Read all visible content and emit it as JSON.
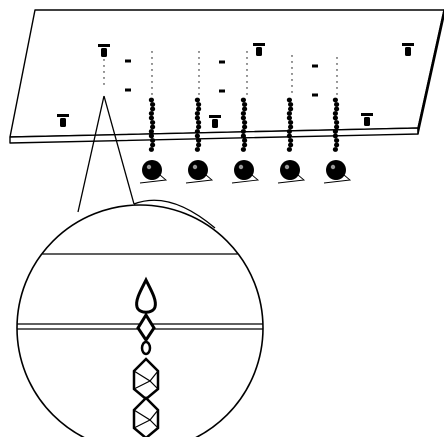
{
  "diagram": {
    "subject": "ceiling-panel-with-hanging-bead-chains",
    "colors": {
      "ink": "#000000",
      "paper": "#ffffff",
      "shade": "#444444"
    },
    "hanging_chain_count": 5,
    "mounting_screw_count": 6,
    "detail_view": "magnified-chain-attachment"
  }
}
